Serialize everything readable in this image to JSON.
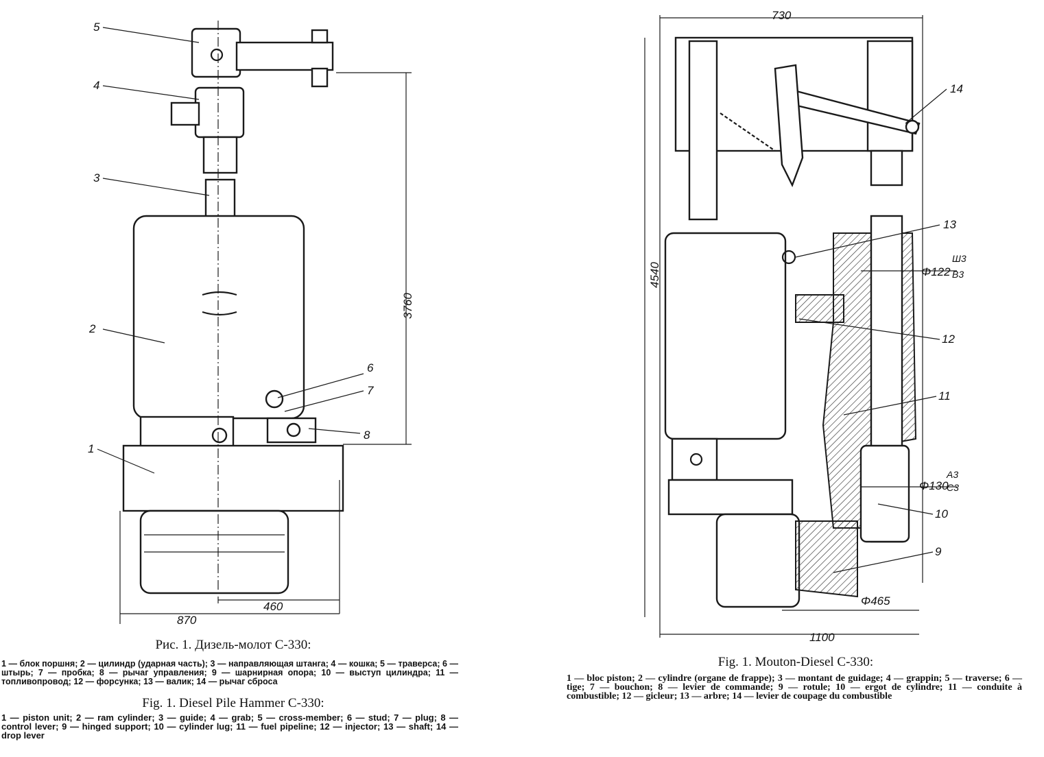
{
  "left_figure": {
    "callouts": [
      "5",
      "4",
      "3",
      "2",
      "6",
      "7",
      "8",
      "1"
    ],
    "dimensions": {
      "height": "3760",
      "width_total": "870",
      "width_half": "460"
    },
    "caption_ru_title": "Рис. 1. Дизель-молот С-330:",
    "caption_ru_legend": "1 — блок поршня; 2 — цилиндр (ударная часть); 3 — направляющая штанга; 4 — кошка; 5 — траверса; 6 — штырь; 7 — пробка; 8 — рычаг управления; 9 — шарнирная опора; 10 — выступ цилиндра; 11 — топливопровод; 12 — форсунка; 13 — валик; 14 — рычаг сброса",
    "caption_en_title": "Fig. 1. Diesel Pile Hammer C-330:",
    "caption_en_legend": "1 — piston unit; 2 — ram cylinder; 3 — guide; 4 — grab; 5 — cross-member; 6 — stud; 7 — plug; 8 — control lever; 9 — hinged support; 10 — cylinder lug; 11 — fuel pipeline; 12 — injector; 13 — shaft; 14 — drop lever"
  },
  "right_figure": {
    "callouts": [
      "14",
      "13",
      "12",
      "11",
      "10",
      "9"
    ],
    "dimensions": {
      "top_width": "730",
      "height": "4540",
      "bottom_width": "1100",
      "diam_122": "Φ122",
      "fit_122_top": "Ш3",
      "fit_122_bottom": "В3",
      "diam_130": "Φ130",
      "fit_130_top": "А3",
      "fit_130_bottom": "С3",
      "diam_465": "Φ465"
    },
    "caption_fr_title": "Fig. 1. Mouton-Diesel C-330:",
    "caption_fr_legend": "1 — bloc piston; 2 — cylindre (organe de frappe); 3 — montant de guidage; 4 — grappin; 5 — traverse; 6 — tige; 7 — bouchon; 8 — levier de commande; 9 — rotule; 10 — ergot de cylindre; 11 — conduite à combustible; 12 — gicleur; 13 — arbre; 14 — levier de coupage du combustible"
  }
}
